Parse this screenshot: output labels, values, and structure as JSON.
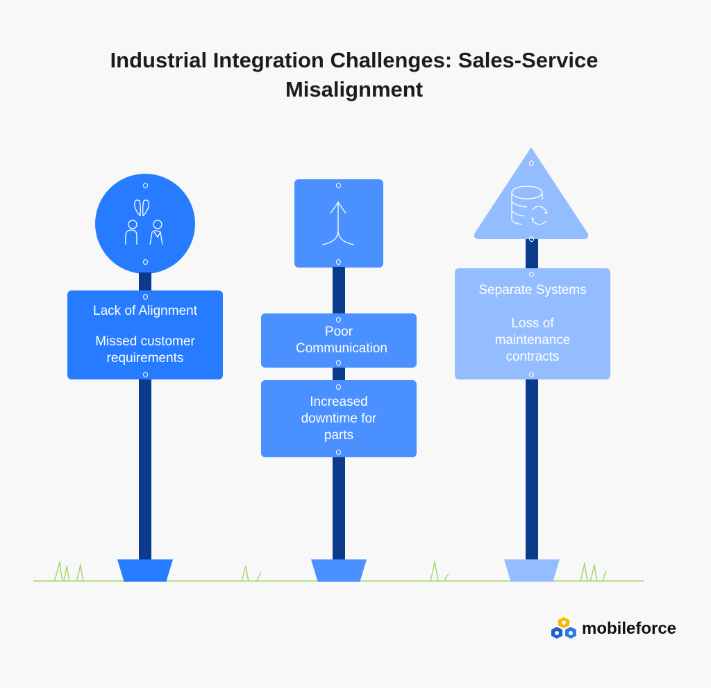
{
  "title": "Industrial Integration Challenges: Sales-Service Misalignment",
  "colors": {
    "sign1": "#277bff",
    "sign2": "#4a90ff",
    "sign3": "#94bdff",
    "pole": "#0b3c8c",
    "grass": "#a8d66a"
  },
  "signs": [
    {
      "icon": "two-people-icon",
      "boards": [
        {
          "heading": "Lack of Alignment",
          "text": "Missed customer requirements"
        }
      ]
    },
    {
      "icon": "merge-arrow-icon",
      "boards": [
        {
          "heading": "Poor Communication"
        },
        {
          "heading": "Increased downtime for parts"
        }
      ]
    },
    {
      "icon": "database-sync-icon",
      "boards": [
        {
          "heading": "Separate Systems",
          "text": "Loss of maintenance contracts"
        }
      ]
    }
  ],
  "logo": {
    "text": "mobileforce"
  }
}
